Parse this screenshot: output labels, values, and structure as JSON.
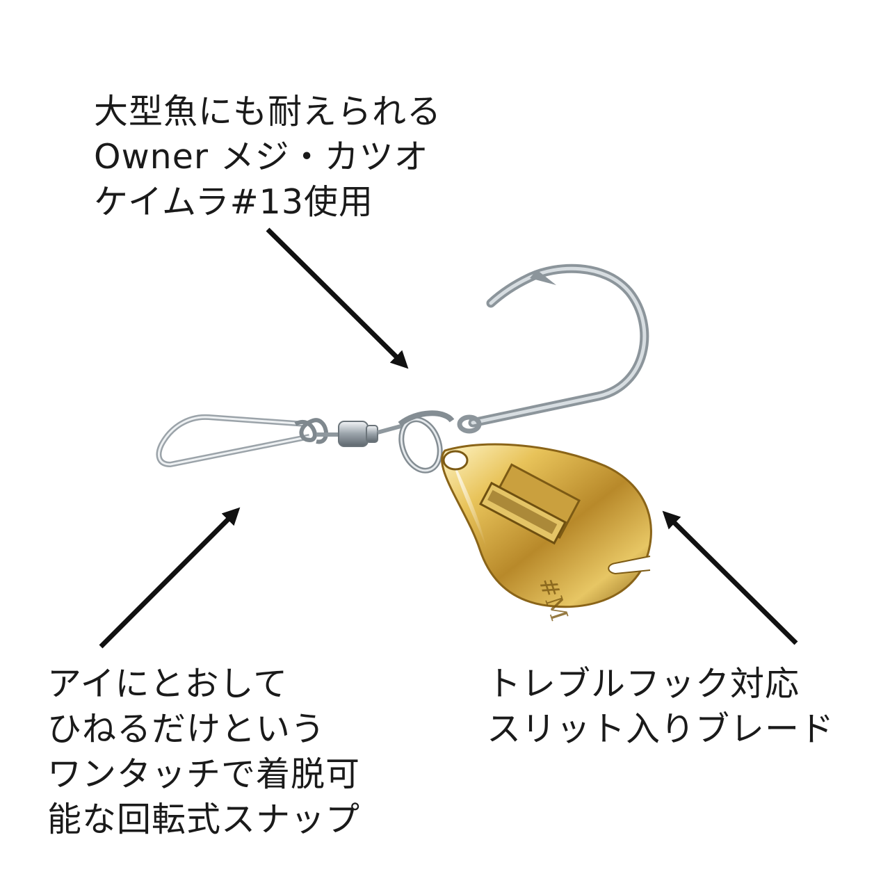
{
  "callouts": {
    "hook": {
      "lines": [
        "大型魚にも耐えられる",
        "Owner メジ・カツオ",
        "ケイムラ#13使用"
      ]
    },
    "snap": {
      "lines": [
        "アイにとおして",
        "ひねるだけという",
        "ワンタッチで着脱可",
        "能な回転式スナップ"
      ]
    },
    "blade": {
      "lines": [
        "トレブルフック対応",
        "スリット入りブレード"
      ]
    }
  },
  "product": {
    "blade_marking": "#M"
  },
  "colors": {
    "text": "#1a1a1a",
    "arrow": "#111111",
    "blade_gold": "#d9b04a",
    "hook_silver": "#b9c1c7",
    "background": "#ffffff"
  }
}
